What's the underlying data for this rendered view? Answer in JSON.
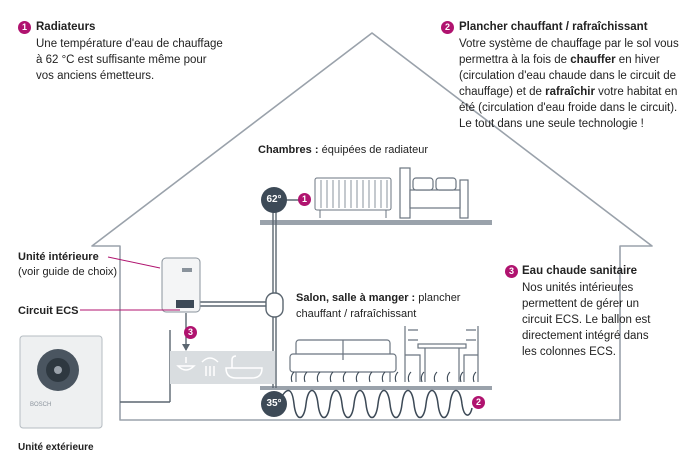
{
  "note1": {
    "num": "1",
    "title": "Radiateurs",
    "lines": [
      "Une température d'eau de chauffage",
      "à 62 °C est suffisante même pour",
      "vos anciens émetteurs."
    ]
  },
  "note2": {
    "num": "2",
    "title": "Plancher chauffant / rafraîchissant",
    "l1": "Votre système de chauffage par le sol vous",
    "l2a": "permettra à la fois de ",
    "l2b": "chauffer",
    "l2c": " en hiver",
    "l3": "(circulation d'eau chaude dans le circuit de",
    "l4a": "chauffage) et de ",
    "l4b": "rafraîchir",
    "l4c": " votre habitat en",
    "l5": "été (circulation d'eau froide dans le circuit).",
    "l6": "Le tout dans une seule technologie !"
  },
  "note3": {
    "num": "3",
    "title": "Eau chaude sanitaire",
    "lines": [
      "Nos unités intérieures",
      "permettent de gérer un",
      "circuit ECS. Le ballon est",
      "directement intégré dans",
      "les colonnes ECS."
    ]
  },
  "chambres": {
    "bold": "Chambres :",
    "text": " équipées de radiateur"
  },
  "salon": {
    "bold": "Salon, salle à manger :",
    "text1": " plancher",
    "text2": "chauffant / rafraîchissant"
  },
  "unite_interieure": {
    "title": "Unité intérieure",
    "sub": "(voir guide de choix)"
  },
  "circuit_ecs": "Circuit ECS",
  "unite_exterieure": "Unité extérieure",
  "temp_radiator": "62°",
  "temp_floor": "35°",
  "badge_radiator": "1",
  "badge_floor": "2",
  "badge_ecs": "3",
  "brand_outdoor": "BOSCH",
  "colors": {
    "accent": "#b0136f",
    "temp": "#3d4a57",
    "line": "#5b6670",
    "floor": "#9aa2ab"
  },
  "icons": [
    "radiator-icon",
    "bed-icon",
    "sofa-icon",
    "dining-table-icon",
    "sink-icon",
    "shower-icon",
    "bathtub-icon",
    "floor-heating-coil-icon"
  ]
}
